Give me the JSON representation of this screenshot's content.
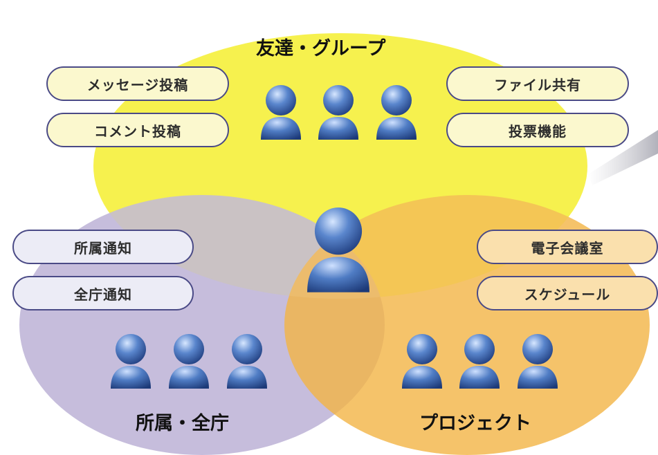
{
  "groups": {
    "friends": {
      "title": "友達・グループ",
      "features": [
        "メッセージ投稿",
        "コメント投稿",
        "ファイル共有",
        "投票機能"
      ]
    },
    "org": {
      "title": "所属・全庁",
      "features": [
        "所属通知",
        "全庁通知"
      ]
    },
    "project": {
      "title": "プロジェクト",
      "features": [
        "電子会議室",
        "スケジュール"
      ]
    }
  },
  "colors": {
    "friends": "#f5f03a",
    "org": "#bcb2d6",
    "project": "#f2b445",
    "person": "#3d6ab4",
    "pill_border": "#4a4a86"
  },
  "icons": {
    "person": "person-icon"
  }
}
